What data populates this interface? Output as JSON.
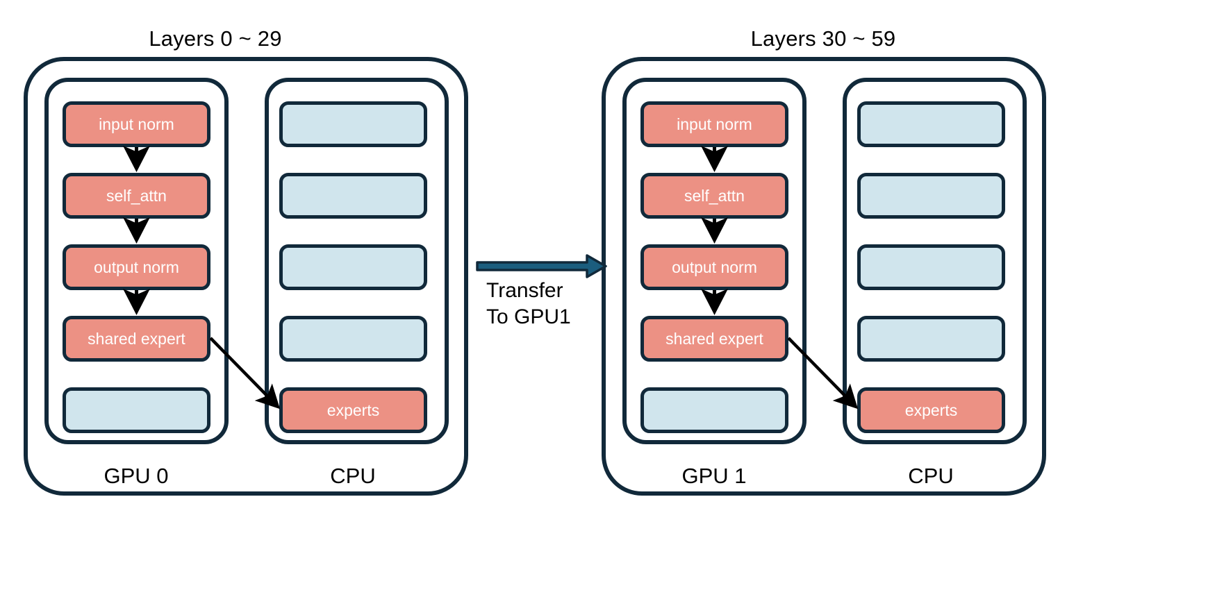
{
  "diagram": {
    "title_left": "Layers 0 ~ 29",
    "title_right": "Layers 30 ~ 59",
    "transfer_label": "Transfer\nTo GPU1",
    "colors": {
      "active": "#ec9184",
      "idle": "#d0e5ed",
      "stroke": "#11293a",
      "arrow": "#1b5d7e",
      "background": "#ffffff",
      "text": "#000000",
      "unit_text": "#ffffff"
    }
  },
  "groups": [
    {
      "id": "group-left",
      "title": "Layers 0 ~ 29",
      "device_label": "GPU 0",
      "cpu_label": "CPU",
      "gpu_units": [
        {
          "label": "input norm",
          "state": "active"
        },
        {
          "label": "self_attn",
          "state": "active"
        },
        {
          "label": "output norm",
          "state": "active"
        },
        {
          "label": "shared expert",
          "state": "active"
        },
        {
          "label": "",
          "state": "idle"
        }
      ],
      "cpu_units": [
        {
          "label": "",
          "state": "idle"
        },
        {
          "label": "",
          "state": "idle"
        },
        {
          "label": "",
          "state": "idle"
        },
        {
          "label": "",
          "state": "idle"
        },
        {
          "label": "experts",
          "state": "active"
        }
      ]
    },
    {
      "id": "group-right",
      "title": "Layers 30 ~ 59",
      "device_label": "GPU 1",
      "cpu_label": "CPU",
      "gpu_units": [
        {
          "label": "input norm",
          "state": "active"
        },
        {
          "label": "self_attn",
          "state": "active"
        },
        {
          "label": "output norm",
          "state": "active"
        },
        {
          "label": "shared expert",
          "state": "active"
        },
        {
          "label": "",
          "state": "idle"
        }
      ],
      "cpu_units": [
        {
          "label": "",
          "state": "idle"
        },
        {
          "label": "",
          "state": "idle"
        },
        {
          "label": "",
          "state": "idle"
        },
        {
          "label": "",
          "state": "idle"
        },
        {
          "label": "experts",
          "state": "active"
        }
      ]
    }
  ]
}
